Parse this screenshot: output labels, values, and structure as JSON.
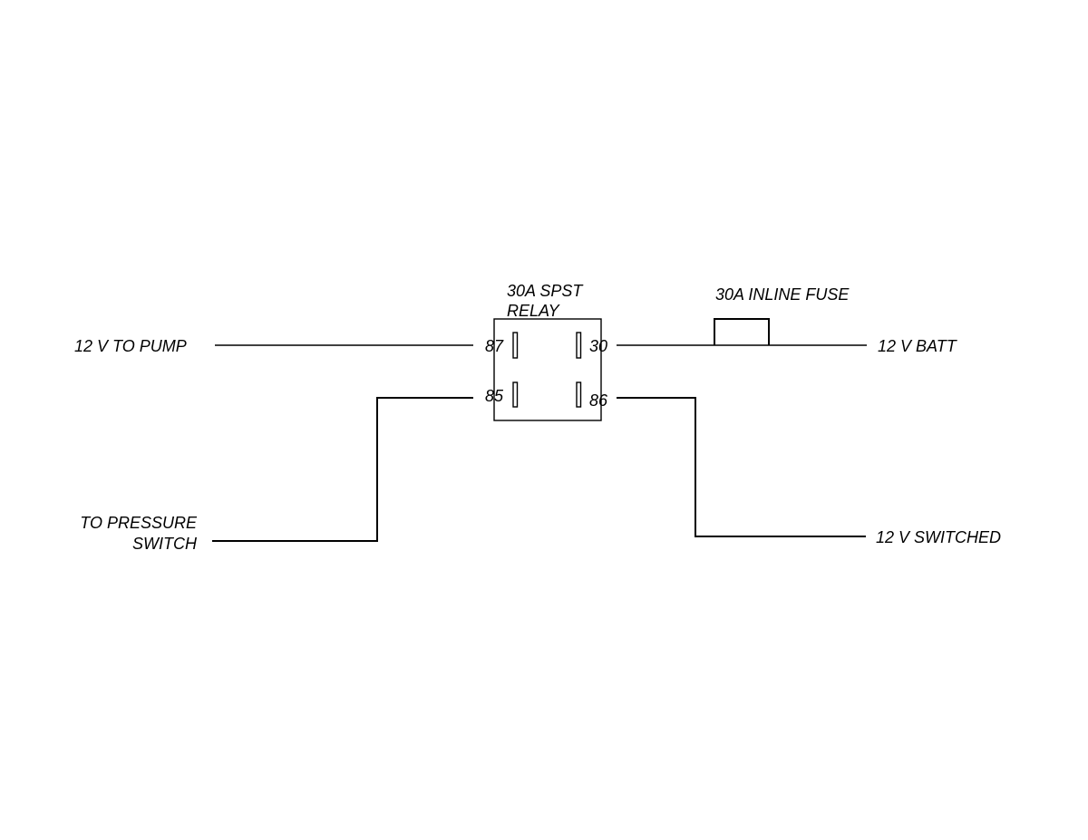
{
  "diagram": {
    "type": "wiring-schematic",
    "line_color": "#000000",
    "background": "#ffffff",
    "relay": {
      "title_line1": "30A SPST",
      "title_line2": "RELAY",
      "pins": {
        "p87": "87",
        "p30": "30",
        "p85": "85",
        "p86": "86"
      }
    },
    "fuse": {
      "label": "30A INLINE FUSE"
    },
    "terminals": {
      "pump": "12 V TO PUMP",
      "batt": "12 V BATT",
      "pressure_line1": "TO PRESSURE",
      "pressure_line2": "SWITCH",
      "switched": "12 V SWITCHED"
    },
    "connections": [
      {
        "from": "12 V TO PUMP",
        "to": "87"
      },
      {
        "from": "30",
        "to": "30A INLINE FUSE"
      },
      {
        "from": "30A INLINE FUSE",
        "to": "12 V BATT"
      },
      {
        "from": "TO PRESSURE SWITCH",
        "to": "85"
      },
      {
        "from": "86",
        "to": "12 V SWITCHED"
      }
    ]
  }
}
